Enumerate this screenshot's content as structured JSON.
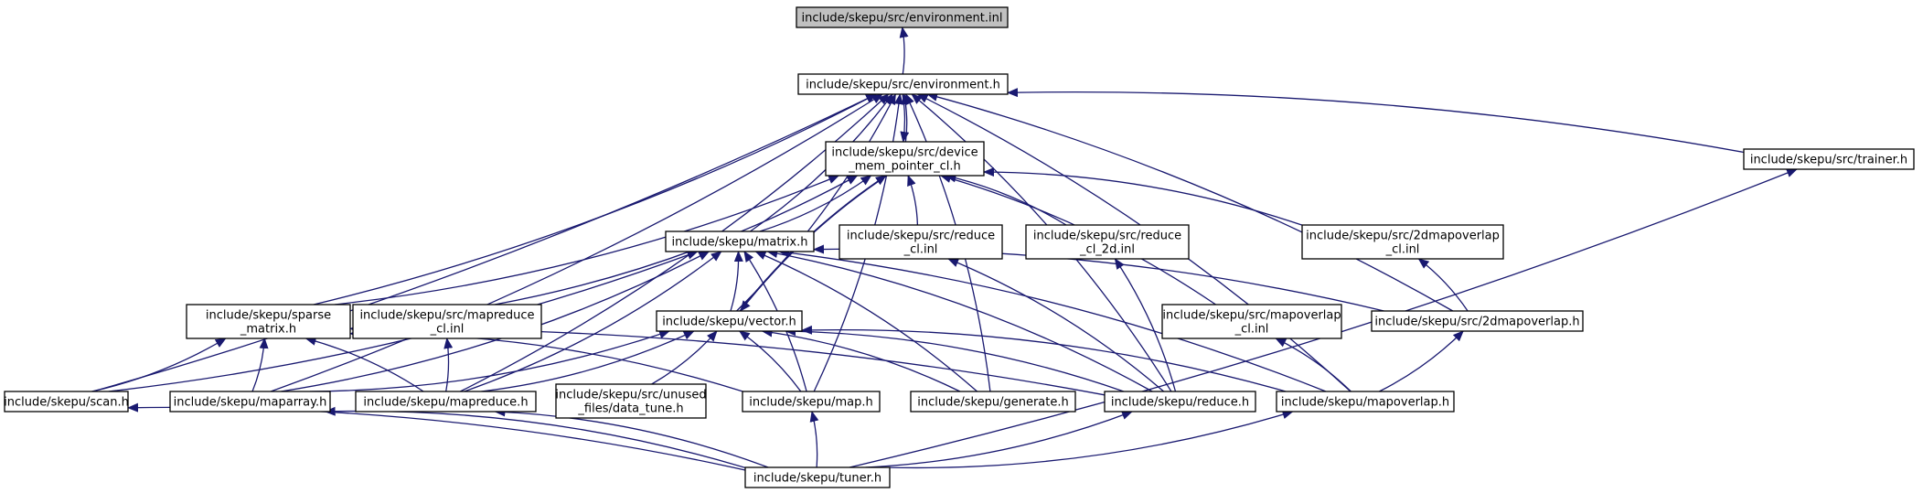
{
  "title": "",
  "colors": {
    "edge": "#191970",
    "node_border": "#000000",
    "root_fill": "#c0c0c0",
    "node_fill": "#ffffff"
  },
  "nodes": [
    {
      "id": "n_env_inl",
      "lines": [
        "include/skepu/src/environment.inl"
      ],
      "root": true
    },
    {
      "id": "n_env_h",
      "lines": [
        "include/skepu/src/environment.h"
      ]
    },
    {
      "id": "n_devmem",
      "lines": [
        "include/skepu/src/device",
        "_mem_pointer_cl.h"
      ]
    },
    {
      "id": "n_trainer",
      "lines": [
        "include/skepu/src/trainer.h"
      ]
    },
    {
      "id": "n_matrix",
      "lines": [
        "include/skepu/matrix.h"
      ]
    },
    {
      "id": "n_reduce_cl",
      "lines": [
        "include/skepu/src/reduce",
        "_cl.inl"
      ]
    },
    {
      "id": "n_reduce_cl_2d",
      "lines": [
        "include/skepu/src/reduce",
        "_cl_2d.inl"
      ]
    },
    {
      "id": "n_2dmapoverlap_cl",
      "lines": [
        "include/skepu/src/2dmapoverlap",
        "_cl.inl"
      ]
    },
    {
      "id": "n_sparse",
      "lines": [
        "include/skepu/sparse",
        "_matrix.h"
      ]
    },
    {
      "id": "n_mapreduce_cl",
      "lines": [
        "include/skepu/src/mapreduce",
        "_cl.inl"
      ]
    },
    {
      "id": "n_vector",
      "lines": [
        "include/skepu/vector.h"
      ]
    },
    {
      "id": "n_mapoverlap_cl",
      "lines": [
        "include/skepu/src/mapoverlap",
        "_cl.inl"
      ]
    },
    {
      "id": "n_2dmapoverlap",
      "lines": [
        "include/skepu/src/2dmapoverlap.h"
      ]
    },
    {
      "id": "n_scan",
      "lines": [
        "include/skepu/scan.h"
      ]
    },
    {
      "id": "n_maparray",
      "lines": [
        "include/skepu/maparray.h"
      ]
    },
    {
      "id": "n_mapreduce",
      "lines": [
        "include/skepu/mapreduce.h"
      ]
    },
    {
      "id": "n_unused",
      "lines": [
        "include/skepu/src/unused",
        "_files/data_tune.h"
      ]
    },
    {
      "id": "n_map",
      "lines": [
        "include/skepu/map.h"
      ]
    },
    {
      "id": "n_generate",
      "lines": [
        "include/skepu/generate.h"
      ]
    },
    {
      "id": "n_reduce",
      "lines": [
        "include/skepu/reduce.h"
      ]
    },
    {
      "id": "n_mapoverlap",
      "lines": [
        "include/skepu/mapoverlap.h"
      ]
    },
    {
      "id": "n_tuner",
      "lines": [
        "include/skepu/tuner.h"
      ]
    }
  ],
  "edges": [
    {
      "from": "n_env_h",
      "to": "n_env_inl"
    },
    {
      "from": "n_devmem",
      "to": "n_env_h"
    },
    {
      "from": "n_env_h",
      "to": "n_devmem"
    },
    {
      "from": "n_trainer",
      "to": "n_env_h"
    },
    {
      "from": "n_matrix",
      "to": "n_env_h"
    },
    {
      "from": "n_matrix",
      "to": "n_devmem"
    },
    {
      "from": "n_reduce_cl",
      "to": "n_devmem"
    },
    {
      "from": "n_reduce_cl_2d",
      "to": "n_devmem"
    },
    {
      "from": "n_2dmapoverlap_cl",
      "to": "n_devmem"
    },
    {
      "from": "n_sparse",
      "to": "n_env_h"
    },
    {
      "from": "n_sparse",
      "to": "n_devmem"
    },
    {
      "from": "n_mapreduce_cl",
      "to": "n_devmem"
    },
    {
      "from": "n_vector",
      "to": "n_env_h"
    },
    {
      "from": "n_vector",
      "to": "n_devmem"
    },
    {
      "from": "n_devmem",
      "to": "n_vector"
    },
    {
      "from": "n_vector",
      "to": "n_matrix"
    },
    {
      "from": "n_mapoverlap_cl",
      "to": "n_devmem"
    },
    {
      "from": "n_2dmapoverlap",
      "to": "n_env_h"
    },
    {
      "from": "n_2dmapoverlap",
      "to": "n_matrix"
    },
    {
      "from": "n_2dmapoverlap",
      "to": "n_2dmapoverlap_cl"
    },
    {
      "from": "n_scan",
      "to": "n_env_h"
    },
    {
      "from": "n_scan",
      "to": "n_sparse"
    },
    {
      "from": "n_scan",
      "to": "n_matrix"
    },
    {
      "from": "n_maparray",
      "to": "n_env_h"
    },
    {
      "from": "n_maparray",
      "to": "n_sparse"
    },
    {
      "from": "n_maparray",
      "to": "n_matrix"
    },
    {
      "from": "n_maparray",
      "to": "n_vector"
    },
    {
      "from": "n_mapreduce",
      "to": "n_env_h"
    },
    {
      "from": "n_mapreduce",
      "to": "n_sparse"
    },
    {
      "from": "n_mapreduce",
      "to": "n_mapreduce_cl"
    },
    {
      "from": "n_mapreduce",
      "to": "n_matrix"
    },
    {
      "from": "n_mapreduce",
      "to": "n_vector"
    },
    {
      "from": "n_unused",
      "to": "n_vector"
    },
    {
      "from": "n_map",
      "to": "n_env_h"
    },
    {
      "from": "n_map",
      "to": "n_sparse"
    },
    {
      "from": "n_map",
      "to": "n_matrix"
    },
    {
      "from": "n_map",
      "to": "n_vector"
    },
    {
      "from": "n_generate",
      "to": "n_env_h"
    },
    {
      "from": "n_generate",
      "to": "n_matrix"
    },
    {
      "from": "n_generate",
      "to": "n_vector"
    },
    {
      "from": "n_reduce",
      "to": "n_env_h"
    },
    {
      "from": "n_reduce",
      "to": "n_reduce_cl"
    },
    {
      "from": "n_reduce",
      "to": "n_reduce_cl_2d"
    },
    {
      "from": "n_reduce",
      "to": "n_matrix"
    },
    {
      "from": "n_reduce",
      "to": "n_vector"
    },
    {
      "from": "n_reduce",
      "to": "n_sparse"
    },
    {
      "from": "n_mapoverlap",
      "to": "n_env_h"
    },
    {
      "from": "n_mapoverlap",
      "to": "n_mapoverlap_cl"
    },
    {
      "from": "n_mapoverlap",
      "to": "n_2dmapoverlap"
    },
    {
      "from": "n_mapoverlap",
      "to": "n_matrix"
    },
    {
      "from": "n_mapoverlap",
      "to": "n_vector"
    },
    {
      "from": "n_tuner",
      "to": "n_trainer"
    },
    {
      "from": "n_tuner",
      "to": "n_scan"
    },
    {
      "from": "n_tuner",
      "to": "n_maparray"
    },
    {
      "from": "n_tuner",
      "to": "n_mapreduce"
    },
    {
      "from": "n_tuner",
      "to": "n_map"
    },
    {
      "from": "n_tuner",
      "to": "n_reduce"
    },
    {
      "from": "n_tuner",
      "to": "n_mapoverlap"
    }
  ]
}
